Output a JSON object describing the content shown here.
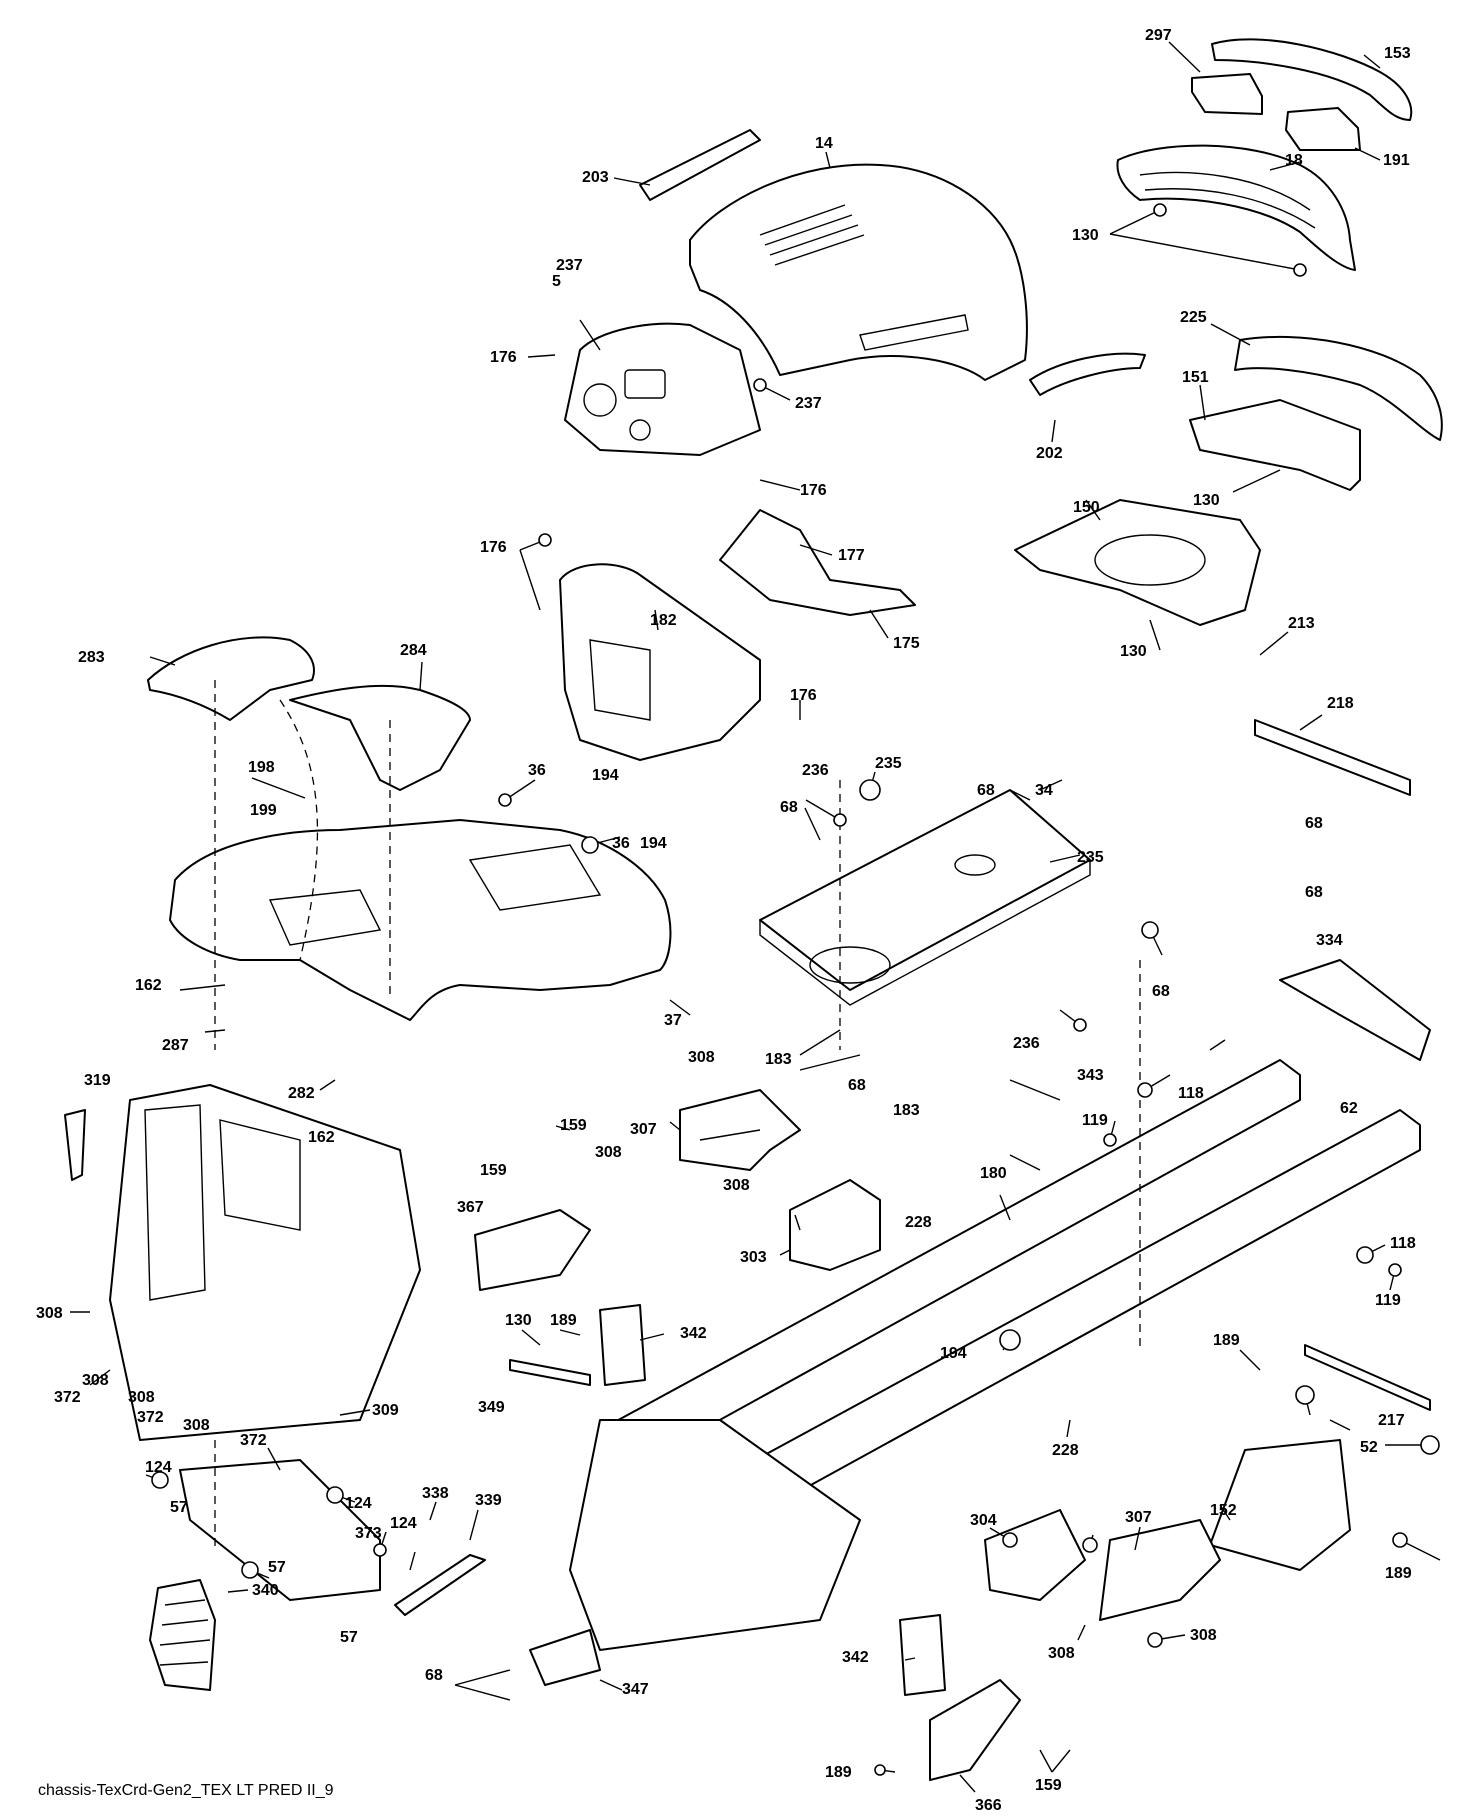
{
  "caption": "chassis-TexCrd-Gen2_TEX LT PRED II_9",
  "callouts": [
    {
      "id": "c297",
      "text": "297"
    },
    {
      "id": "c153",
      "text": "153"
    },
    {
      "id": "c14",
      "text": "14"
    },
    {
      "id": "c203",
      "text": "203"
    },
    {
      "id": "c18",
      "text": "18"
    },
    {
      "id": "c191",
      "text": "191"
    },
    {
      "id": "c130a",
      "text": "130"
    },
    {
      "id": "c237a",
      "text": "237"
    },
    {
      "id": "c5",
      "text": "5"
    },
    {
      "id": "c176a",
      "text": "176"
    },
    {
      "id": "c237b",
      "text": "237"
    },
    {
      "id": "c225",
      "text": "225"
    },
    {
      "id": "c151",
      "text": "151"
    },
    {
      "id": "c202",
      "text": "202"
    },
    {
      "id": "c176b",
      "text": "176"
    },
    {
      "id": "c130b",
      "text": "130"
    },
    {
      "id": "c150",
      "text": "150"
    },
    {
      "id": "c176c",
      "text": "176"
    },
    {
      "id": "c177",
      "text": "177"
    },
    {
      "id": "c182",
      "text": "182"
    },
    {
      "id": "c175",
      "text": "175"
    },
    {
      "id": "c130c",
      "text": "130"
    },
    {
      "id": "c213",
      "text": "213"
    },
    {
      "id": "c283",
      "text": "283"
    },
    {
      "id": "c284",
      "text": "284"
    },
    {
      "id": "c176d",
      "text": "176"
    },
    {
      "id": "c218",
      "text": "218"
    },
    {
      "id": "c235a",
      "text": "235"
    },
    {
      "id": "c236a",
      "text": "236"
    },
    {
      "id": "c68a",
      "text": "68"
    },
    {
      "id": "c34",
      "text": "34"
    },
    {
      "id": "c198",
      "text": "198"
    },
    {
      "id": "c36a",
      "text": "36"
    },
    {
      "id": "c194a",
      "text": "194"
    },
    {
      "id": "c68b",
      "text": "68"
    },
    {
      "id": "c36b",
      "text": "36"
    },
    {
      "id": "c194b",
      "text": "194"
    },
    {
      "id": "c199",
      "text": "199"
    },
    {
      "id": "c68c",
      "text": "68"
    },
    {
      "id": "c235b",
      "text": "235"
    },
    {
      "id": "c68d",
      "text": "68"
    },
    {
      "id": "c334",
      "text": "334"
    },
    {
      "id": "c162a",
      "text": "162"
    },
    {
      "id": "c68e",
      "text": "68"
    },
    {
      "id": "c37",
      "text": "37"
    },
    {
      "id": "c287",
      "text": "287"
    },
    {
      "id": "c282",
      "text": "282"
    },
    {
      "id": "c183a",
      "text": "183"
    },
    {
      "id": "c236b",
      "text": "236"
    },
    {
      "id": "c343",
      "text": "343"
    },
    {
      "id": "c68f",
      "text": "68"
    },
    {
      "id": "c308a",
      "text": "308"
    },
    {
      "id": "c62",
      "text": "62"
    },
    {
      "id": "c319",
      "text": "319"
    },
    {
      "id": "c162b",
      "text": "162"
    },
    {
      "id": "c183b",
      "text": "183"
    },
    {
      "id": "c118a",
      "text": "118"
    },
    {
      "id": "c159a",
      "text": "159"
    },
    {
      "id": "c307a",
      "text": "307"
    },
    {
      "id": "c119a",
      "text": "119"
    },
    {
      "id": "c308b",
      "text": "308"
    },
    {
      "id": "c159b",
      "text": "159"
    },
    {
      "id": "c180",
      "text": "180"
    },
    {
      "id": "c308c",
      "text": "308"
    },
    {
      "id": "c367",
      "text": "367"
    },
    {
      "id": "c228a",
      "text": "228"
    },
    {
      "id": "c303",
      "text": "303"
    },
    {
      "id": "c118b",
      "text": "118"
    },
    {
      "id": "c308d",
      "text": "308"
    },
    {
      "id": "c119b",
      "text": "119"
    },
    {
      "id": "c130d",
      "text": "130"
    },
    {
      "id": "c189a",
      "text": "189"
    },
    {
      "id": "c342a",
      "text": "342"
    },
    {
      "id": "c372a",
      "text": "372"
    },
    {
      "id": "c308e",
      "text": "308"
    },
    {
      "id": "c194c",
      "text": "194"
    },
    {
      "id": "c308f",
      "text": "308"
    },
    {
      "id": "c372b",
      "text": "372"
    },
    {
      "id": "c349",
      "text": "349"
    },
    {
      "id": "c309",
      "text": "309"
    },
    {
      "id": "c308g",
      "text": "308"
    },
    {
      "id": "c189b",
      "text": "189"
    },
    {
      "id": "c217",
      "text": "217"
    },
    {
      "id": "c372c",
      "text": "372"
    },
    {
      "id": "c228b",
      "text": "228"
    },
    {
      "id": "c124a",
      "text": "124"
    },
    {
      "id": "c52",
      "text": "52"
    },
    {
      "id": "c57a",
      "text": "57"
    },
    {
      "id": "c124b",
      "text": "124"
    },
    {
      "id": "c338",
      "text": "338"
    },
    {
      "id": "c339",
      "text": "339"
    },
    {
      "id": "c152",
      "text": "152"
    },
    {
      "id": "c373",
      "text": "373"
    },
    {
      "id": "c124c",
      "text": "124"
    },
    {
      "id": "c304",
      "text": "304"
    },
    {
      "id": "c307b",
      "text": "307"
    },
    {
      "id": "c57b",
      "text": "57"
    },
    {
      "id": "c189c",
      "text": "189"
    },
    {
      "id": "c340",
      "text": "340"
    },
    {
      "id": "c57c",
      "text": "57"
    },
    {
      "id": "c342b",
      "text": "342"
    },
    {
      "id": "c308h",
      "text": "308"
    },
    {
      "id": "c68g",
      "text": "68"
    },
    {
      "id": "c347",
      "text": "347"
    },
    {
      "id": "c308i",
      "text": "308"
    },
    {
      "id": "c189d",
      "text": "189"
    },
    {
      "id": "c366",
      "text": "366"
    },
    {
      "id": "c159c",
      "text": "159"
    }
  ]
}
